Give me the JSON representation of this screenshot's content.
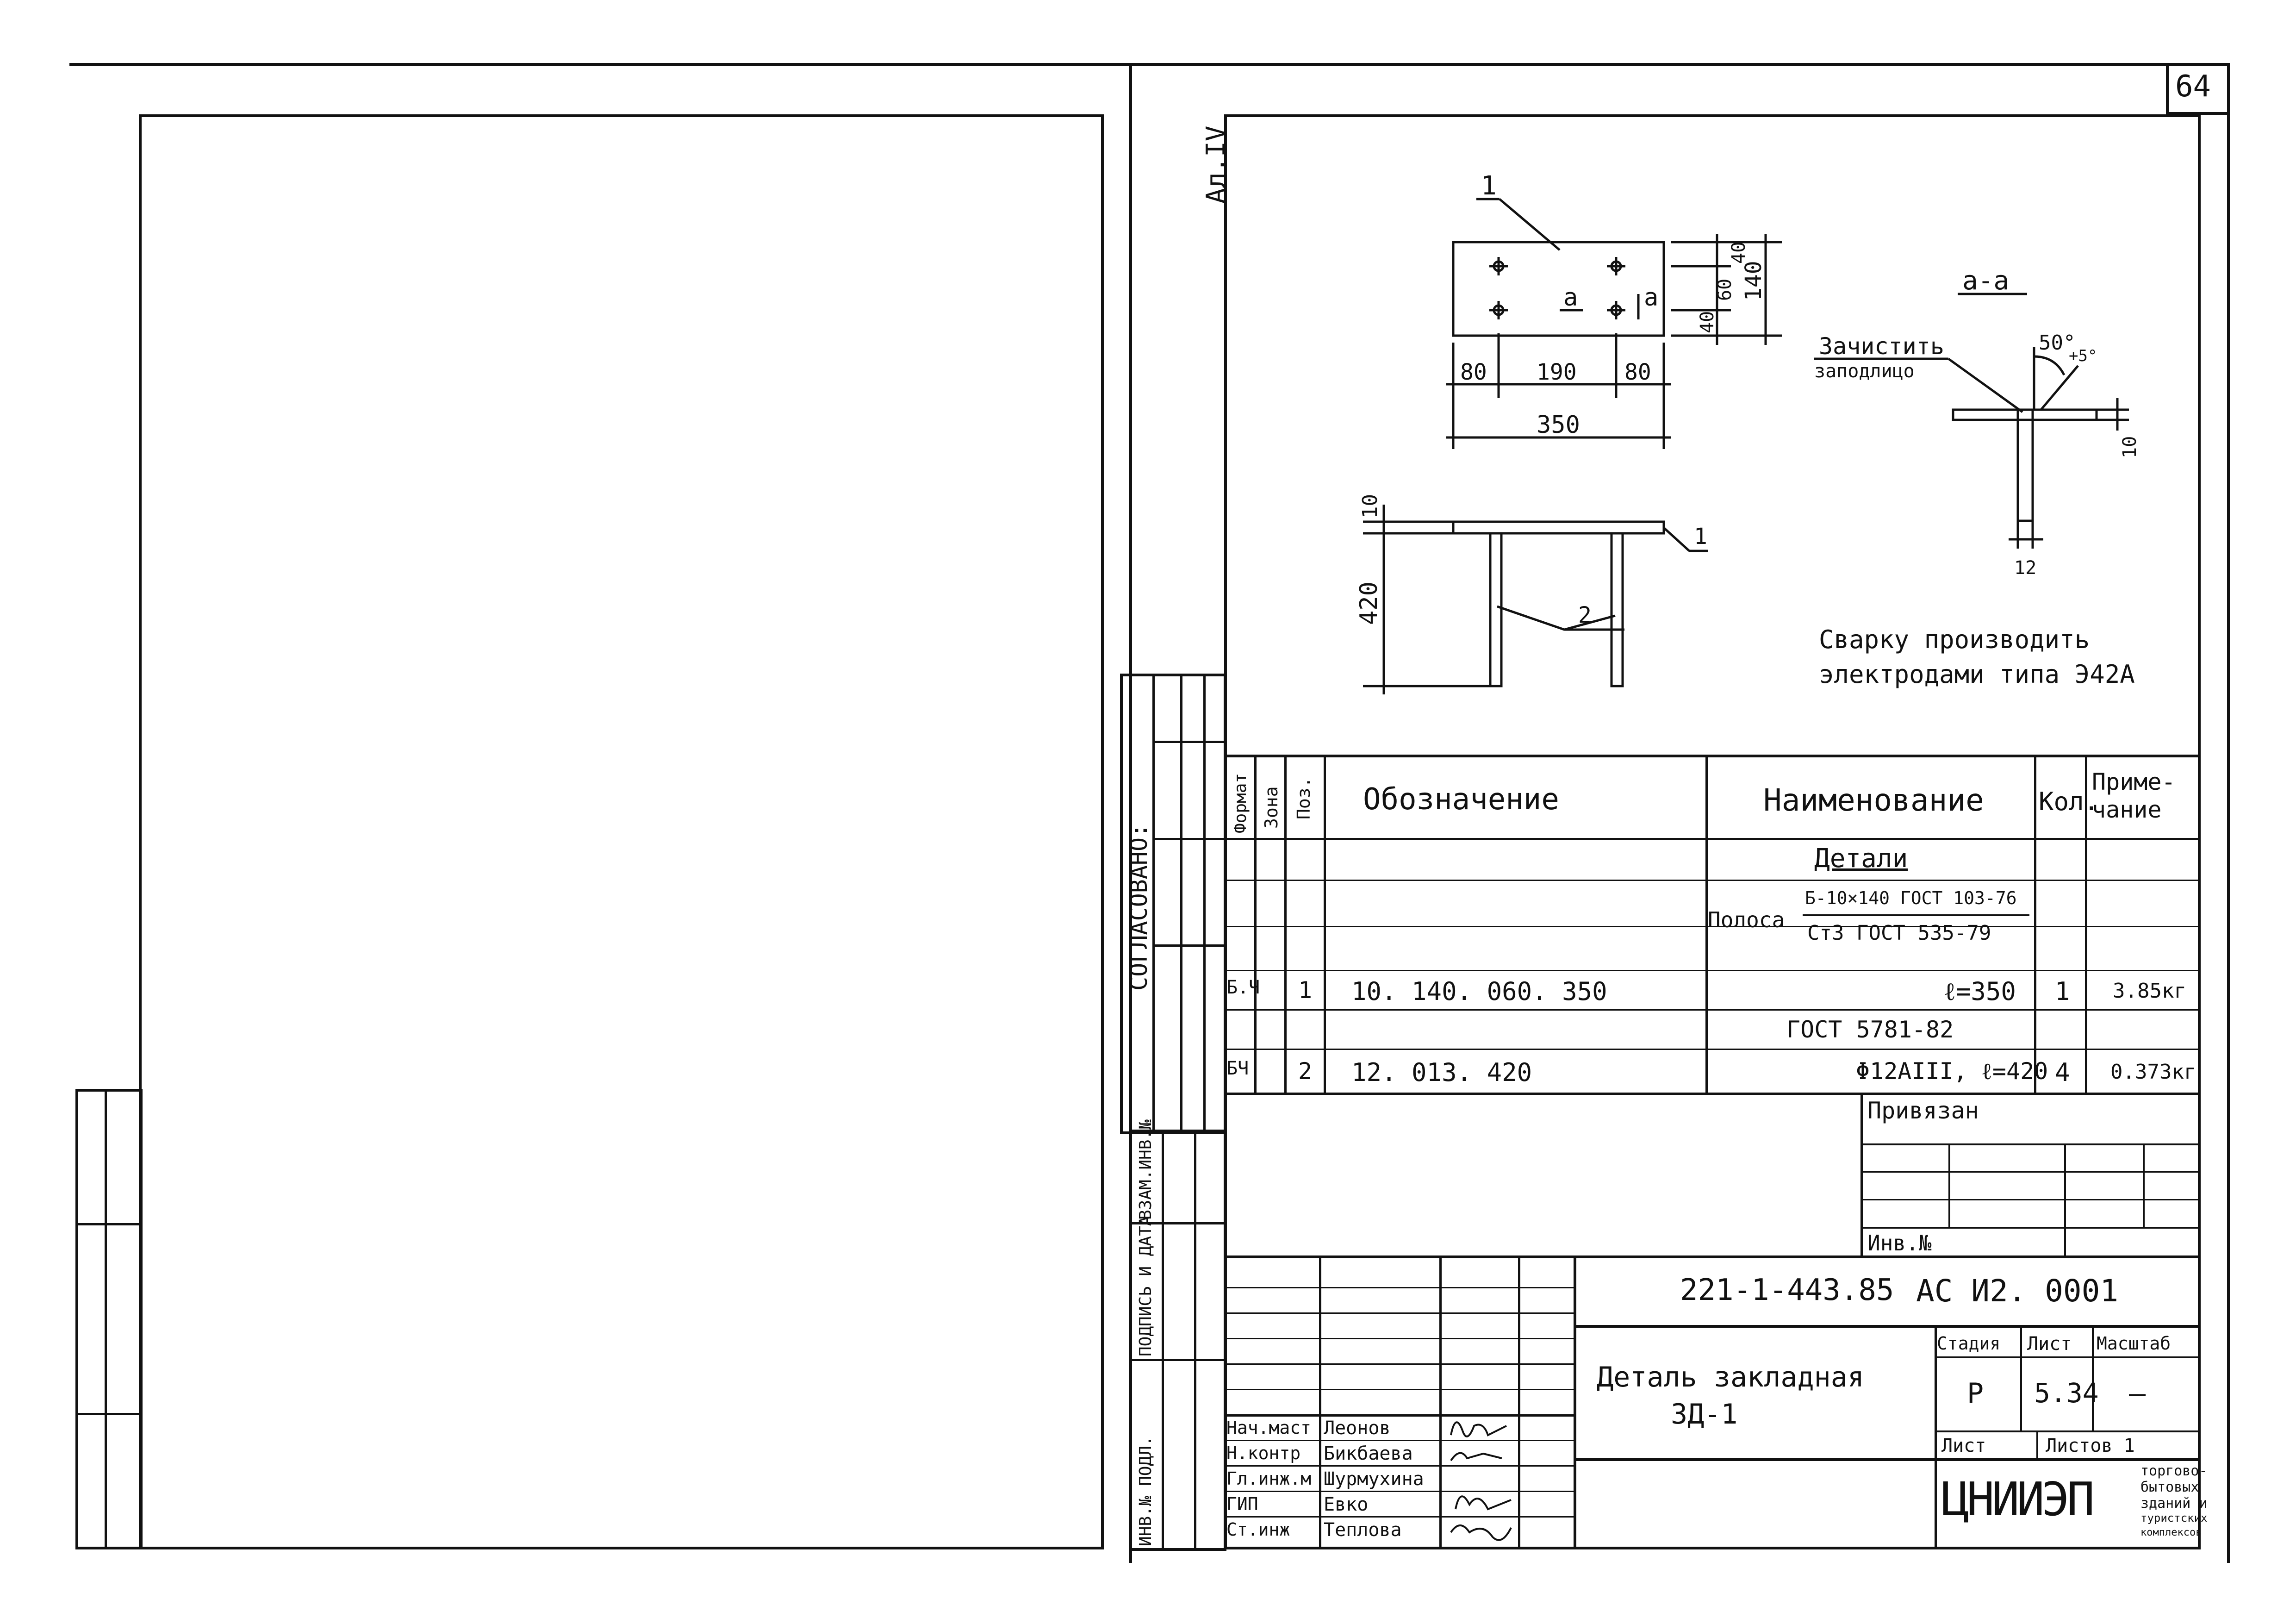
{
  "sheet": {
    "page_number": "64",
    "album_label": "Ал.IV"
  },
  "drawing": {
    "pos1_label": "1",
    "pos2_label": "2",
    "section_mark": "а",
    "section_title": "а-а",
    "dim_80_left": "80",
    "dim_190": "190",
    "dim_80_right": "80",
    "dim_350": "350",
    "dim_40_top": "40",
    "dim_60": "60",
    "dim_40_bottom": "40",
    "dim_140": "140",
    "dim_10_plate": "10",
    "dim_420": "420",
    "dim_10_section": "10",
    "dim_12": "12",
    "angle": "50°",
    "angle_tol": "+5°",
    "note_clean_1": "Зачистить",
    "note_clean_2": "заподлицо",
    "welding_note_1": "Сварку производить",
    "welding_note_2": "электродами типа Э42А"
  },
  "left_stamps": {
    "agreed": "СОГЛАСОВАНО:",
    "inv_replace": "ВЗАМ.ИНВ.№",
    "sign_date": "ПОДПИСЬ И ДАТА",
    "inv_original": "ИНВ.№ ПОДЛ."
  },
  "spec": {
    "headers": {
      "format": "Формат",
      "zone": "Зона",
      "pos": "Поз.",
      "designation": "Обозначение",
      "name": "Наименование",
      "qty": "Кол.",
      "note_1": "Приме-",
      "note_2": "чание"
    },
    "section_title": "Детали",
    "rows": [
      {
        "format": "",
        "zone": "",
        "pos": "",
        "designation": "",
        "name_prefix": "Полоса",
        "name_top": "Б-10×140 ГОСТ 103-76",
        "name_bottom": "Ст3 ГОСТ 535-79",
        "qty": "",
        "note": ""
      },
      {
        "format": "Б.Ч",
        "zone": "",
        "pos": "1",
        "designation": "10. 140. 060. 350",
        "name": "ℓ=350",
        "qty": "1",
        "note": "3.85кг"
      },
      {
        "format": "",
        "zone": "",
        "pos": "",
        "designation": "",
        "name": "ГОСТ 5781-82",
        "qty": "",
        "note": ""
      },
      {
        "format": "БЧ",
        "zone": "",
        "pos": "2",
        "designation": "12. 013. 420",
        "name": "Φ12АIII, ℓ=420",
        "qty": "4",
        "note": "0.373кг"
      }
    ]
  },
  "binding": {
    "title": "Привязан",
    "inv": "Инв.№"
  },
  "title_block": {
    "doc_code": "221-1-443.85",
    "doc_mark": "АС И2. 0001",
    "title_1": "Деталь закладная",
    "title_2": "ЗД-1",
    "stage_label": "Стадия",
    "sheet_label": "Лист",
    "scale_label": "Масштаб",
    "stage_value": "Р",
    "sheet_value": "5.34",
    "scale_value": "—",
    "sheet_lbl2": "Лист",
    "sheets_lbl": "Листов 1",
    "org_logo": "ЦНИИЭП",
    "org_text_1": "торгово-",
    "org_text_2": "бытовых",
    "org_text_3": "зданий и",
    "org_text_4": "туристских",
    "org_text_5": "комплексов",
    "people": [
      {
        "role": "Нач.маст",
        "name": "Леонов"
      },
      {
        "role": "Н.контр",
        "name": "Бикбаева"
      },
      {
        "role": "Гл.инж.м",
        "name": "Шурмухина"
      },
      {
        "role": "ГИП",
        "name": "Евко"
      },
      {
        "role": "Ст.инж",
        "name": "Теплова"
      }
    ]
  }
}
